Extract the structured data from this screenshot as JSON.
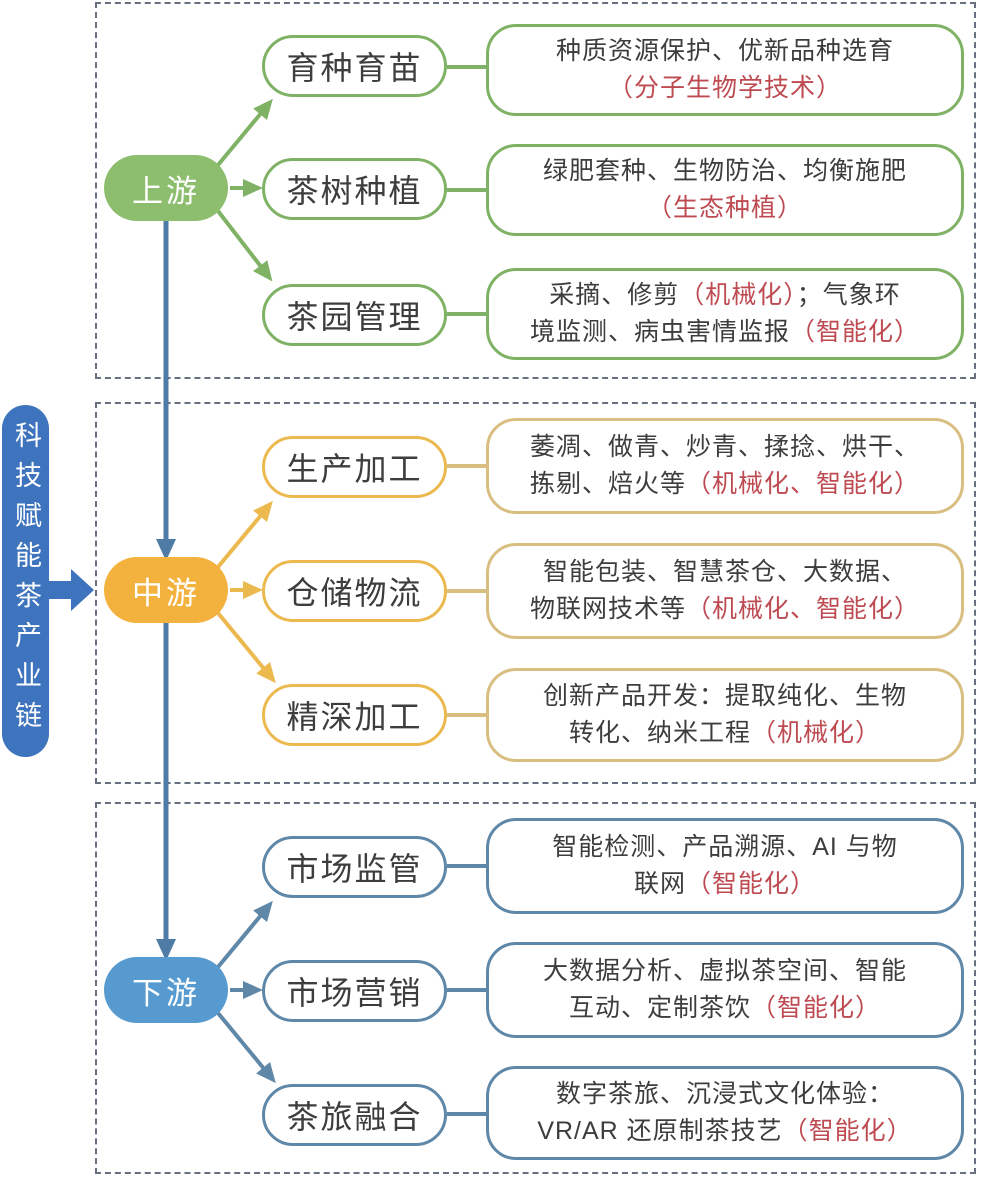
{
  "diagram_title": "科技赋能茶产业链",
  "colors": {
    "green_fill": "#8CBE6E",
    "green_line": "#7FB264",
    "yellow_fill": "#F3B13E",
    "yellow_line": "#ECB94F",
    "yellow_detail": "#D9BE82",
    "blue_fill": "#569ACF",
    "blue_line": "#5E87A8",
    "pill": "#3E73BE",
    "flow": "#4F7CA6",
    "red": "#BE4B52",
    "text": "#3D3D3D",
    "dash": "#667080"
  },
  "sections": [
    {
      "node": "上游",
      "branches": [
        {
          "label": "育种育苗",
          "runs": [
            {
              "t": "种质资源保护、优新品种选育"
            },
            {
              "br": true
            },
            {
              "t": "（分子生物学技术）",
              "red": true
            }
          ]
        },
        {
          "label": "茶树种植",
          "runs": [
            {
              "t": "绿肥套种、生物防治、均衡施肥"
            },
            {
              "br": true
            },
            {
              "t": "（生态种植）",
              "red": true
            }
          ]
        },
        {
          "label": "茶园管理",
          "runs": [
            {
              "t": "采摘、修剪"
            },
            {
              "t": "（机械化）",
              "red": true
            },
            {
              "t": "；气象环"
            },
            {
              "br": true
            },
            {
              "t": "境监测、病虫害情监报"
            },
            {
              "t": "（智能化）",
              "red": true
            }
          ]
        }
      ]
    },
    {
      "node": "中游",
      "branches": [
        {
          "label": "生产加工",
          "runs": [
            {
              "t": "萎凋、做青、炒青、揉捻、烘干、"
            },
            {
              "br": true
            },
            {
              "t": "拣剔、焙火等"
            },
            {
              "t": "（机械化、智能化）",
              "red": true
            }
          ]
        },
        {
          "label": "仓储物流",
          "runs": [
            {
              "t": "智能包装、智慧茶仓、大数据、"
            },
            {
              "br": true
            },
            {
              "t": "物联网技术等"
            },
            {
              "t": "（机械化、智能化）",
              "red": true
            }
          ]
        },
        {
          "label": "精深加工",
          "runs": [
            {
              "t": "创新产品开发：提取纯化、生物"
            },
            {
              "br": true
            },
            {
              "t": "转化、纳米工程"
            },
            {
              "t": "（机械化）",
              "red": true
            }
          ]
        }
      ]
    },
    {
      "node": "下游",
      "branches": [
        {
          "label": "市场监管",
          "runs": [
            {
              "t": "智能检测、产品溯源、AI 与物"
            },
            {
              "br": true
            },
            {
              "t": "联网"
            },
            {
              "t": "（智能化）",
              "red": true
            }
          ]
        },
        {
          "label": "市场营销",
          "runs": [
            {
              "t": "大数据分析、虚拟茶空间、智能"
            },
            {
              "br": true
            },
            {
              "t": "互动、定制茶饮"
            },
            {
              "t": "（智能化）",
              "red": true
            }
          ]
        },
        {
          "label": "茶旅融合",
          "runs": [
            {
              "t": "数字茶旅、沉浸式文化体验："
            },
            {
              "br": true
            },
            {
              "t": "VR/AR 还原制茶技艺"
            },
            {
              "t": "（智能化）",
              "red": true
            }
          ]
        }
      ]
    }
  ]
}
